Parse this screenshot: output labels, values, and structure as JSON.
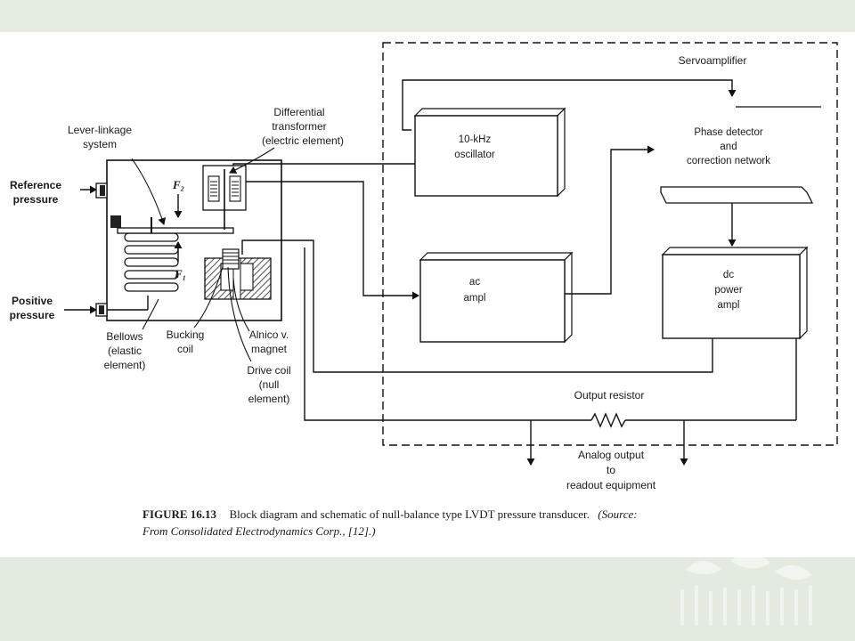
{
  "diagram": {
    "labels": {
      "servoamplifier": "Servoamplifier",
      "lever_linkage_1": "Lever-linkage",
      "lever_linkage_2": "system",
      "diff_transformer_1": "Differential",
      "diff_transformer_2": "transformer",
      "diff_transformer_3": "(electric element)",
      "reference_pressure_1": "Reference",
      "reference_pressure_2": "pressure",
      "positive_pressure_1": "Positive",
      "positive_pressure_2": "pressure",
      "bellows_1": "Bellows",
      "bellows_2": "(elastic",
      "bellows_3": "element)",
      "bucking_coil_1": "Bucking",
      "bucking_coil_2": "coil",
      "alnico_1": "Alnico v.",
      "alnico_2": "magnet",
      "drive_coil_1": "Drive coil",
      "drive_coil_2": "(null",
      "drive_coil_3": "element)",
      "f2": "F₂",
      "f1": "F₁",
      "output_resistor": "Output resistor",
      "analog_output_1": "Analog output",
      "analog_output_2": "to",
      "analog_output_3": "readout equipment"
    },
    "blocks": {
      "oscillator_1": "10-kHz",
      "oscillator_2": "oscillator",
      "phase_detector_1": "Phase detector",
      "phase_detector_2": "and",
      "phase_detector_3": "correction network",
      "ac_ampl_1": "ac",
      "ac_ampl_2": "ampl",
      "dc_power_1": "dc",
      "dc_power_2": "power",
      "dc_power_3": "ampl"
    },
    "caption": {
      "figure_number": "FIGURE 16.13",
      "text_1": "Block diagram and schematic of null-balance type LVDT pressure transducer.",
      "source_label": "(Source:",
      "text_2": "From Consolidated Electrodynamics Corp., [12].)"
    }
  }
}
